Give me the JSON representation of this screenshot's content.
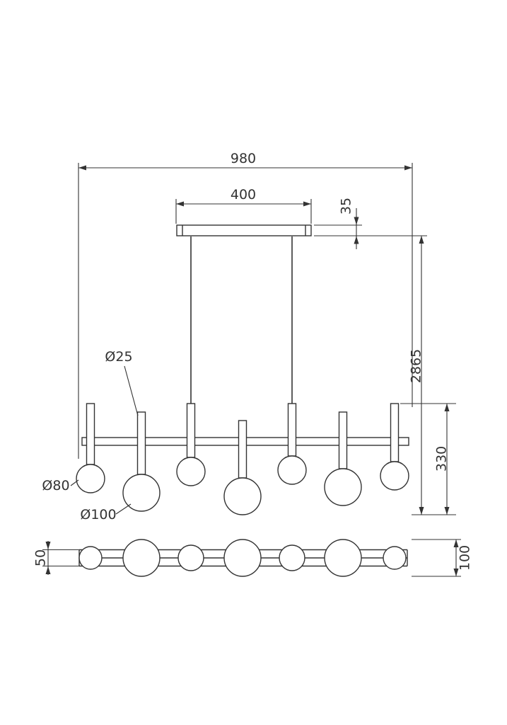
{
  "colors": {
    "background": "#ffffff",
    "line": "#333333"
  },
  "drawing": {
    "dimensions": {
      "overall_width": "980",
      "canopy_width": "400",
      "canopy_height": "35",
      "drop_height": "2865",
      "body_height": "330",
      "tube_diameter": "Ø25",
      "small_sphere_diameter": "Ø80",
      "large_sphere_diameter": "Ø100",
      "plan_body_depth": "50",
      "plan_sphere_diameter": "100"
    }
  }
}
